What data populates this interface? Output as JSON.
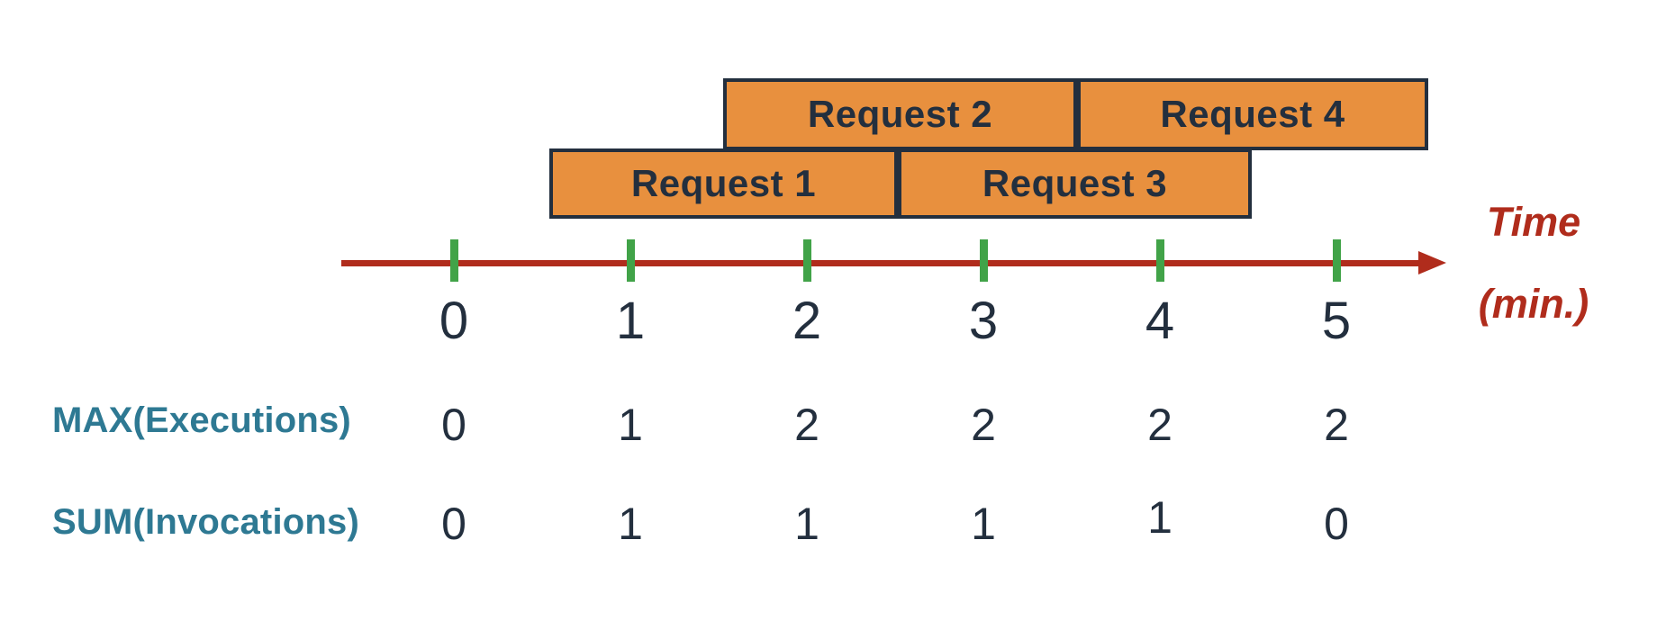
{
  "requests": [
    {
      "label": "Request 1",
      "row": "bottom",
      "start_min": 0.55,
      "end_min": 2.55
    },
    {
      "label": "Request 2",
      "row": "top",
      "start_min": 1.55,
      "end_min": 3.55
    },
    {
      "label": "Request 3",
      "row": "bottom",
      "start_min": 2.55,
      "end_min": 4.55
    },
    {
      "label": "Request 4",
      "row": "top",
      "start_min": 3.55,
      "end_min": 5.55
    }
  ],
  "timeline": {
    "tick_labels": [
      "0",
      "1",
      "2",
      "3",
      "4",
      "5"
    ],
    "axis_label_line1": "Time",
    "axis_label_line2": "(min.)"
  },
  "metrics": [
    {
      "name": "MAX(Executions)",
      "values": [
        "0",
        "1",
        "2",
        "2",
        "2",
        "2"
      ]
    },
    {
      "name": "SUM(Invocations)",
      "values": [
        "0",
        "1",
        "1",
        "1",
        "1",
        "0"
      ]
    }
  ],
  "colors": {
    "bar-fill": "#e8903e",
    "ink": "#232f3e",
    "axis-red": "#b02c1c",
    "tick-green": "#41a348",
    "teal": "#2e7993",
    "background": "#ffffff"
  }
}
